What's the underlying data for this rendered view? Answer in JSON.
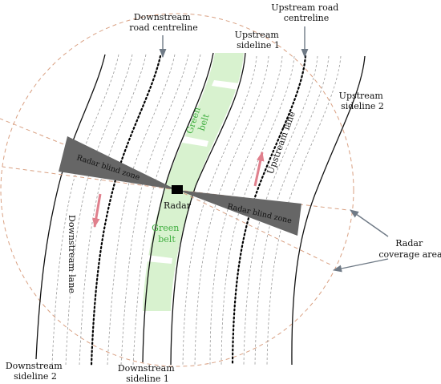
{
  "labels": {
    "downstream_road_centreline": [
      "Downstream",
      "road centreline"
    ],
    "upstream_road_centreline": [
      "Upstream road",
      "centreline"
    ],
    "upstream_sideline_1": [
      "Upstream",
      "sideline 1"
    ],
    "upstream_sideline_2": [
      "Upstream",
      "sideline 2"
    ],
    "green_belt_upper": [
      "Green",
      "belt"
    ],
    "green_belt_lower": [
      "Green",
      "belt"
    ],
    "radar_blind_zone_left": "Radar blind zone",
    "radar_blind_zone_right": "Radar blind zone",
    "radar": "Radar",
    "upstream_lane": "Upstream lane",
    "downstream_lane": "Downstream lane",
    "radar_coverage_area": [
      "Radar",
      "coverage area"
    ],
    "downstream_sideline_2": [
      "Downstream",
      "sideline 2"
    ],
    "downstream_sideline_1": [
      "Downstream",
      "sideline 1"
    ]
  },
  "colors": {
    "green_belt": "#d8f2cf",
    "green_text": "#3fae3f",
    "blind_zone": "#666666",
    "coverage_outline": "#d9a082",
    "lane_line": "#9a9a9a",
    "sideline": "#111111",
    "traffic_arrow": "#e0808d",
    "pointer_arrow": "#6f7a86"
  }
}
